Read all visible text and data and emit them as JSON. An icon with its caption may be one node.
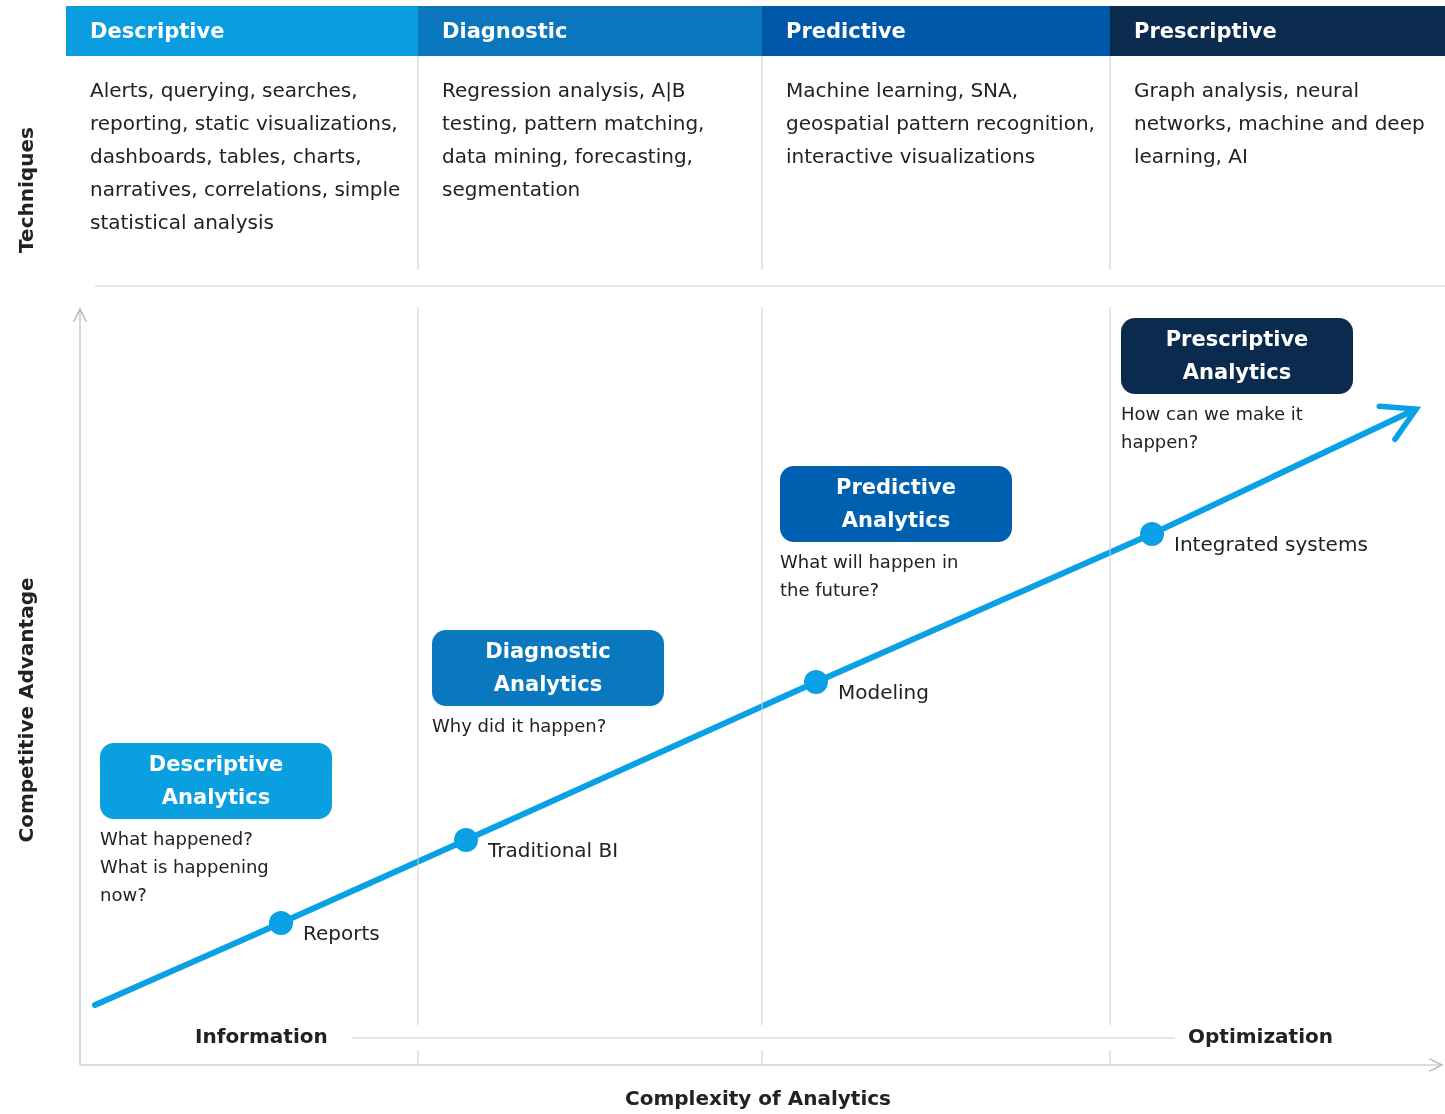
{
  "diagram": {
    "nodes": [
      {
        "text": [
          "Descriptive",
          "Alerts, querying, searches, reporting, static visualizations, dashboards, tables, charts, narratives, correlations, simple statistical analysis"
        ]
      },
      {
        "text": [
          "Diagnostic",
          "Regression analysis, A|B testing, pattern matching, data mining, forecasting, segmentation"
        ]
      },
      {
        "text": [
          "Predictive",
          "Machine learning, SNA, geospatial pattern recognition, interactive visualizations"
        ]
      },
      {
        "text": [
          "Prescriptive",
          "Graph analysis, neural networks, machine and deep learning, AI"
        ]
      },
      {
        "text": [
          "Descriptive Analytics"
        ],
        "beside": [
          "What happened? What is happening now?"
        ]
      },
      {
        "text": [
          "Diagnostic Analytics"
        ],
        "beside": [
          "Why did it happen?"
        ]
      },
      {
        "text": [
          "Predictive Analytics"
        ],
        "beside": [
          "What will happen in the future?"
        ]
      },
      {
        "text": [
          "Prescriptive Analytics"
        ],
        "beside": [
          "How can we make it happen?"
        ]
      },
      {
        "text": [],
        "shape": "circle",
        "beside": [
          "Reports"
        ]
      },
      {
        "text": [],
        "shape": "circle",
        "beside": [
          "Traditional BI"
        ]
      },
      {
        "text": [],
        "shape": "circle",
        "beside": [
          "Modeling"
        ]
      },
      {
        "text": [],
        "shape": "circle",
        "beside": [
          "Integrated systems"
        ]
      }
    ],
    "edges": [
      {
        "from": null,
        "to": 8,
        "arrow": "none"
      },
      {
        "from": 8,
        "to": 9,
        "arrow": "none"
      },
      {
        "from": 9,
        "to": 10,
        "arrow": "none"
      },
      {
        "from": 10,
        "to": 11,
        "arrow": "none"
      },
      {
        "from": 11,
        "to": null,
        "arrow": "to"
      }
    ],
    "labels": [
      "Techniques",
      "Competitive Advantage",
      "Information",
      "Optimization",
      "Complexity of Analytics"
    ]
  }
}
